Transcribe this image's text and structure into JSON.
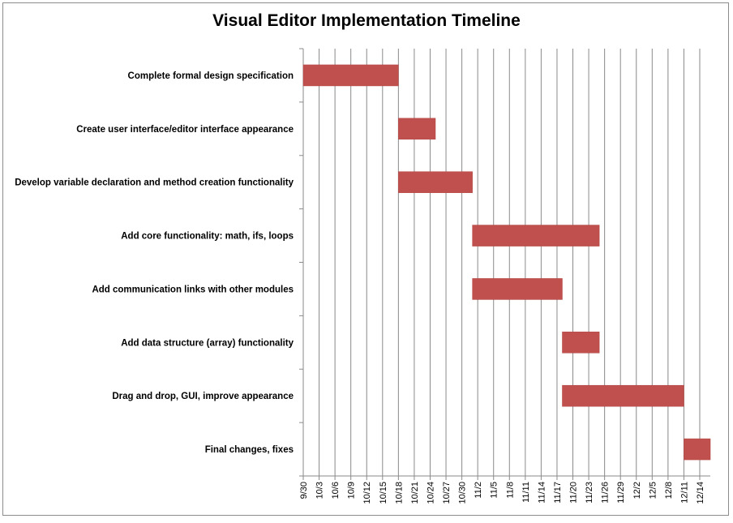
{
  "chart_data": {
    "type": "bar",
    "subtype": "gantt",
    "title": "Visual Editor Implementation Timeline",
    "bar_color": "#c0504d",
    "grid": true,
    "x_ticks": [
      "9/30",
      "10/3",
      "10/6",
      "10/9",
      "10/12",
      "10/15",
      "10/18",
      "10/21",
      "10/24",
      "10/27",
      "10/30",
      "11/2",
      "11/5",
      "11/8",
      "11/11",
      "11/14",
      "11/17",
      "11/20",
      "11/23",
      "11/26",
      "11/29",
      "12/2",
      "12/5",
      "12/8",
      "12/11",
      "12/14"
    ],
    "x_range": [
      "9/30",
      "12/16"
    ],
    "tasks": [
      {
        "label": "Complete formal design specification",
        "start": "9/30",
        "end": "10/18"
      },
      {
        "label": "Create user interface/editor interface appearance",
        "start": "10/18",
        "end": "10/25"
      },
      {
        "label": "Develop variable declaration and method creation functionality",
        "start": "10/18",
        "end": "11/1"
      },
      {
        "label": "Add core functionality: math, ifs, loops",
        "start": "11/1",
        "end": "11/25"
      },
      {
        "label": "Add communication links with other modules",
        "start": "11/1",
        "end": "11/18"
      },
      {
        "label": "Add data structure (array) functionality",
        "start": "11/18",
        "end": "11/25"
      },
      {
        "label": "Drag and drop, GUI, improve appearance",
        "start": "11/18",
        "end": "12/11"
      },
      {
        "label": "Final changes, fixes",
        "start": "12/11",
        "end": "12/16"
      }
    ]
  }
}
